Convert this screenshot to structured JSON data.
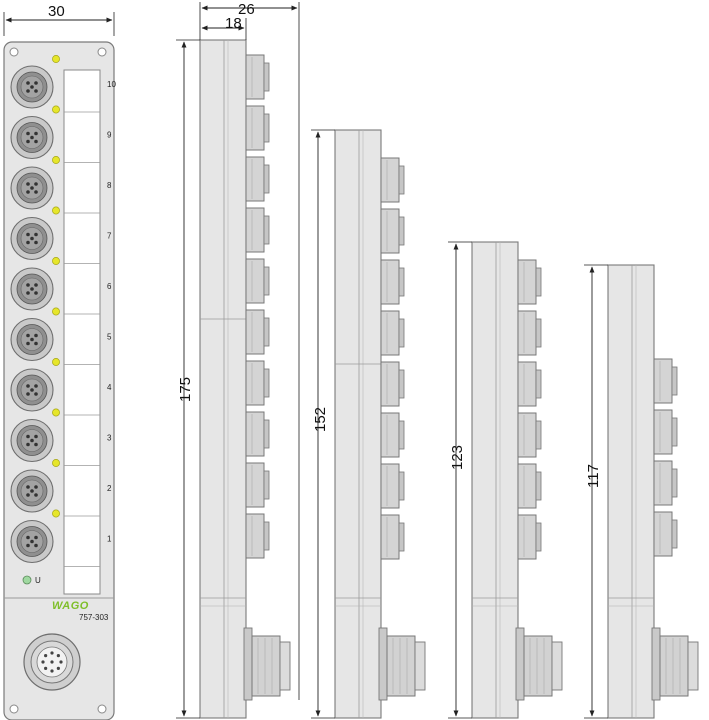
{
  "dimensions": {
    "width_overall": "30",
    "depth_total": "26",
    "depth_body": "18",
    "height_10": "175",
    "height_8": "152",
    "height_6": "123",
    "height_4": "117"
  },
  "front_view": {
    "slot_numbers": [
      "10",
      "9",
      "8",
      "7",
      "6",
      "5",
      "4",
      "3",
      "2",
      "1"
    ],
    "status_led_label": "U",
    "brand": "WAGO",
    "model": "757-303"
  },
  "colors": {
    "housing": "#e6e6e6",
    "housing_stroke": "#7a7a7a",
    "connector_ring": "#c9c9c9",
    "connector_face": "#8f8f8f",
    "led_yellow": "#e6e62a",
    "led_green": "#9fd8a0",
    "brand_green": "#7fbf2a",
    "dimension_line": "#222222"
  }
}
